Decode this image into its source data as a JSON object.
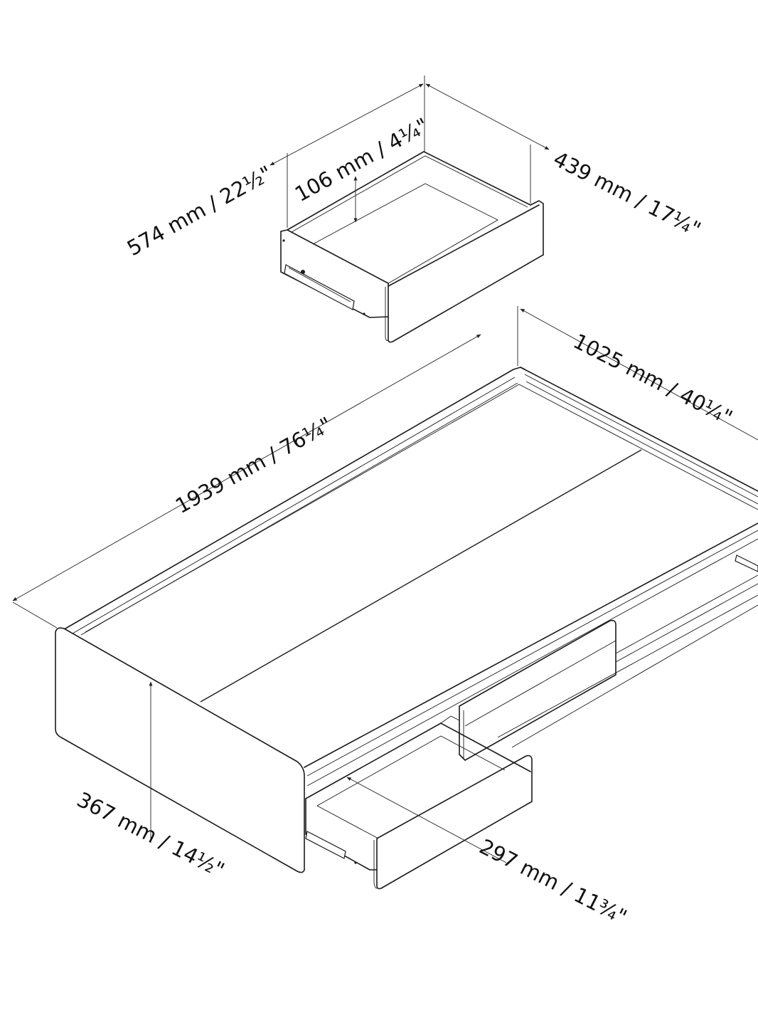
{
  "diagram": {
    "dimensions": {
      "drawer_depth": "574 mm / 22½\"",
      "drawer_height": "106 mm / 4¼\"",
      "drawer_width": "439 mm / 17¼\"",
      "bed_width": "1025 mm / 40¼\"",
      "bed_length": "1939 mm / 76¼\"",
      "bed_height": "367 mm / 14½\"",
      "drawer_clearance": "297 mm / 11¾\""
    }
  }
}
